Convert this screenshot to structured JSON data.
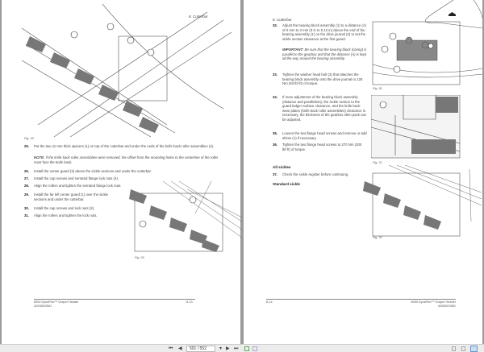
{
  "left_page": {
    "section": "8. Cutterbar",
    "fig_labels": [
      "Fig. 28",
      "Fig. 29"
    ],
    "steps": [
      {
        "n": "25.",
        "text": "Put the two 11 mm thick spacers (1) on top of the cutterbar and under the ends of the knife back roller assemblies (2)."
      },
      {
        "n": "26.",
        "text": "Install the center guard (3) above the sickle sections and under the cutterbar."
      },
      {
        "n": "27.",
        "text": "Install the cap screws and serrated flange lock nuts (4)."
      },
      {
        "n": "28.",
        "text": "Align the rollers and tighten the serrated flange lock nuts."
      },
      {
        "n": "29.",
        "text": "Install the far left center guard (1) over the sickle sections and under the cutterbar."
      },
      {
        "n": "30.",
        "text": "Install the cap screws and lock nuts (2)."
      },
      {
        "n": "31.",
        "text": "Align the rollers and tighten the lock nuts."
      }
    ],
    "note_label": "NOTE:",
    "note_text": "If the knife back roller assemblies were removed, the offset from the mounting holes to the centerline of the roller must face the knife back.",
    "footer_title": "8050 DynaFlex™ Draper Header",
    "footer_code": "42008203M1",
    "page_num": "8-13"
  },
  "right_page": {
    "section": "8. Cutterbar",
    "fig_labels": [
      "Fig. 30",
      "Fig. 31",
      "Fig. 32"
    ],
    "steps": [
      {
        "n": "32.",
        "text": "Adjust the bearing block assembly (1) to a distance (A) of 0 mm to 3 mm (0 in to 0.12 in) above the end of the bearing assembly (1) on the drive journal (2) to set the sickle section clearance at the first guard."
      },
      {
        "n": "33.",
        "text": "Tighten the washer head bolt (3) that attaches the bearing block assembly onto the drive journal to 125 Nm (93 lbf·ft) of torque."
      },
      {
        "n": "34.",
        "text": "If more adjustment of the bearing block assembly (distance and parallelism), the sickle section to the guard ledger surface clearance, and the knife back wear plates (knife back roller assemblies) clearance is necessary, the thickness of the gearbox shim pack can be adjusted."
      },
      {
        "n": "35.",
        "text": "Loosen the two flange head screws and remove or add shims (1) if necessary."
      },
      {
        "n": "36.",
        "text": "Tighten the two flange head screws to 270 Nm (200 lbf·ft) of torque."
      },
      {
        "n": "37.",
        "text": "Check the sickle register before continuing."
      }
    ],
    "important_label": "IMPORTANT:",
    "important_text": "Be sure that the bearing block (clamp) is parallel to the gearbox and that the distance (A) is kept all the way around the bearing assembly.",
    "heading_all": "All sickles",
    "heading_standard": "Standard sickle",
    "footer_title": "8050 DynaFlex™ Draper Header",
    "footer_code": "42008203M1",
    "page_num": "8-14"
  },
  "toolbar": {
    "page_field": "501 / 552",
    "first": "⏮",
    "prev": "◀",
    "dropdown": "▾",
    "next": "▶",
    "last": "⏭"
  }
}
